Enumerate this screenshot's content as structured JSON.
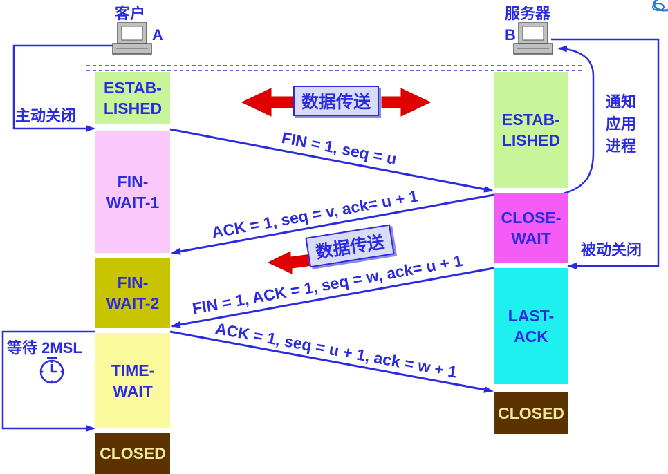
{
  "client": {
    "name": "客户",
    "letter": "A",
    "action": "主动关闭",
    "wait": "等待 2MSL"
  },
  "server": {
    "name": "服务器",
    "letter": "B",
    "notify": [
      "通知",
      "应用",
      "进程"
    ],
    "action": "被动关闭"
  },
  "client_states": [
    {
      "lines": [
        "ESTAB-",
        "LISHED"
      ],
      "color": "#c8f59a"
    },
    {
      "lines": [
        "FIN-",
        "WAIT-1"
      ],
      "color": "#fbc8fb"
    },
    {
      "lines": [
        "FIN-",
        "WAIT-2"
      ],
      "color": "#c8c400"
    },
    {
      "lines": [
        "TIME-",
        "WAIT"
      ],
      "color": "#fafa9c"
    },
    {
      "lines": [
        "CLOSED"
      ],
      "color": "#5c3300",
      "text_color": "#f5e89c"
    }
  ],
  "server_states": [
    {
      "lines": [
        "ESTAB-",
        "LISHED"
      ],
      "color": "#c8f59a"
    },
    {
      "lines": [
        "CLOSE-",
        "WAIT"
      ],
      "color": "#f55cf5"
    },
    {
      "lines": [
        "LAST-",
        "ACK"
      ],
      "color": "#1ef0f0"
    },
    {
      "lines": [
        "CLOSED"
      ],
      "color": "#5c3300",
      "text_color": "#f5e89c"
    }
  ],
  "messages": {
    "fin1": "FIN = 1, seq = u",
    "ack1": "ACK = 1, seq = v, ack= u + 1",
    "fin2": "FIN = 1, ACK = 1, seq = w, ack= u + 1",
    "ack2": "ACK = 1, seq = u + 1, ack = w + 1"
  },
  "data_transfer": "数据传送",
  "colors": {
    "text": "#2a2ae0",
    "arrow": "#2a2ae0",
    "data_arrow": "#e00000"
  }
}
